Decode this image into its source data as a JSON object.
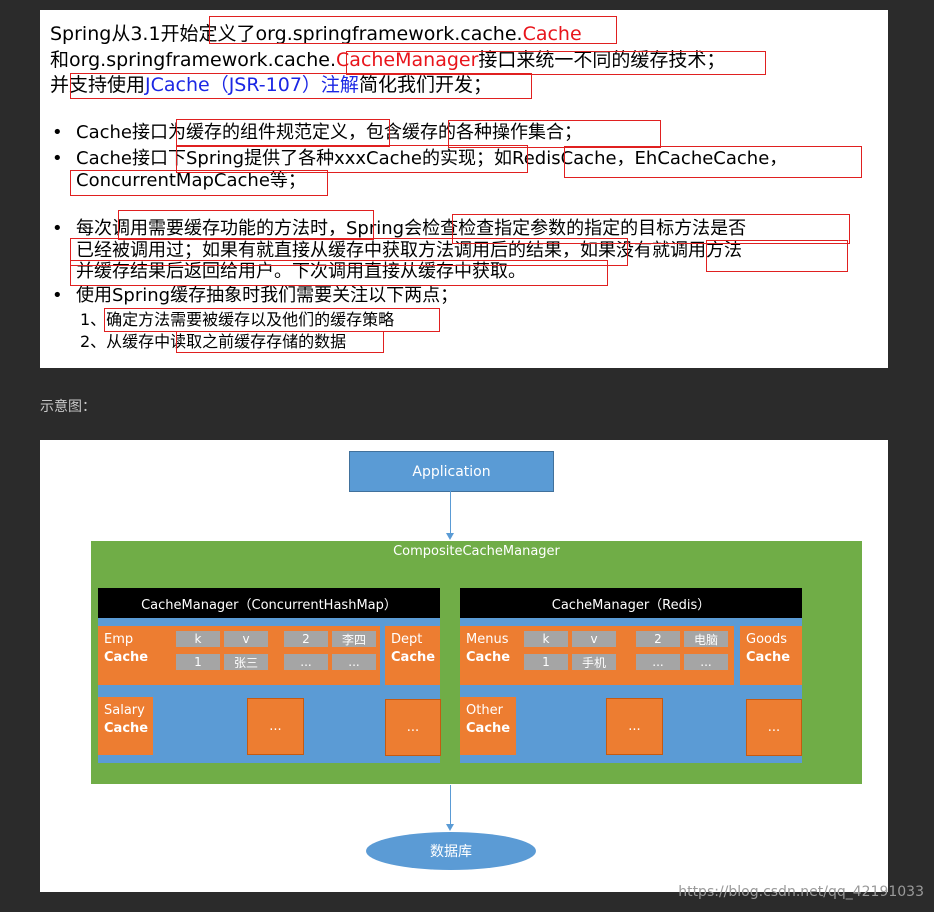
{
  "intro": {
    "l1_a": "Spring从3.1开始定义了org.springframework.cache.",
    "l1_b": "Cache",
    "l2_a": "和org.springframework.cache.",
    "l2_b": "CacheManager",
    "l2_c": "接口来统一不同的缓存技术；",
    "l3_a": "并支持使用",
    "l3_b": "JCache（JSR-107）注解",
    "l3_c": "简化我们开发；"
  },
  "bullets": {
    "dot": "•",
    "b1": "Cache接口为缓存的组件规范定义，包含缓存的各种操作集合；",
    "b2_l1": "Cache接口下Spring提供了各种xxxCache的实现；如RedisCache，EhCacheCache，",
    "b2_l2": "ConcurrentMapCache等；",
    "b3_l1": "每次调用需要缓存功能的方法时，Spring会检查检查指定参数的指定的目标方法是否",
    "b3_l2": "已经被调用过；如果有就直接从缓存中获取方法调用后的结果，如果没有就调用方法",
    "b3_l3": "并缓存结果后返回给用户。下次调用直接从缓存中获取。",
    "b4": "使用Spring缓存抽象时我们需要关注以下两点；",
    "s1": "1、确定方法需要被缓存以及他们的缓存策略",
    "s2": "2、从缓存中读取之前缓存存储的数据"
  },
  "caption": "示意图：",
  "diagram": {
    "application": "Application",
    "composite": "CompositeCacheManager",
    "left_manager": "CacheManager（ConcurrentHashMap）",
    "right_manager": "CacheManager（Redis）",
    "cache_word": "Cache",
    "emp": "Emp",
    "dept": "Dept",
    "salary": "Salary",
    "menus": "Menus",
    "goods": "Goods",
    "other": "Other",
    "ellipsis": "...",
    "left_cells": [
      "k",
      "v",
      "2",
      "李四",
      "1",
      "张三",
      "...",
      "..."
    ],
    "right_cells": [
      "k",
      "v",
      "2",
      "电脑",
      "1",
      "手机",
      "...",
      "..."
    ],
    "database": "数据库"
  },
  "watermark": "https://blog.csdn.net/qq_42191033",
  "colors": {
    "highlight_red": "#e8141b",
    "highlight_blue": "#1b27e4",
    "composite_green": "#70ad47",
    "manager_blue": "#5b9bd5",
    "cache_orange": "#ed7d31",
    "cell_gray": "#a5a5a5"
  }
}
